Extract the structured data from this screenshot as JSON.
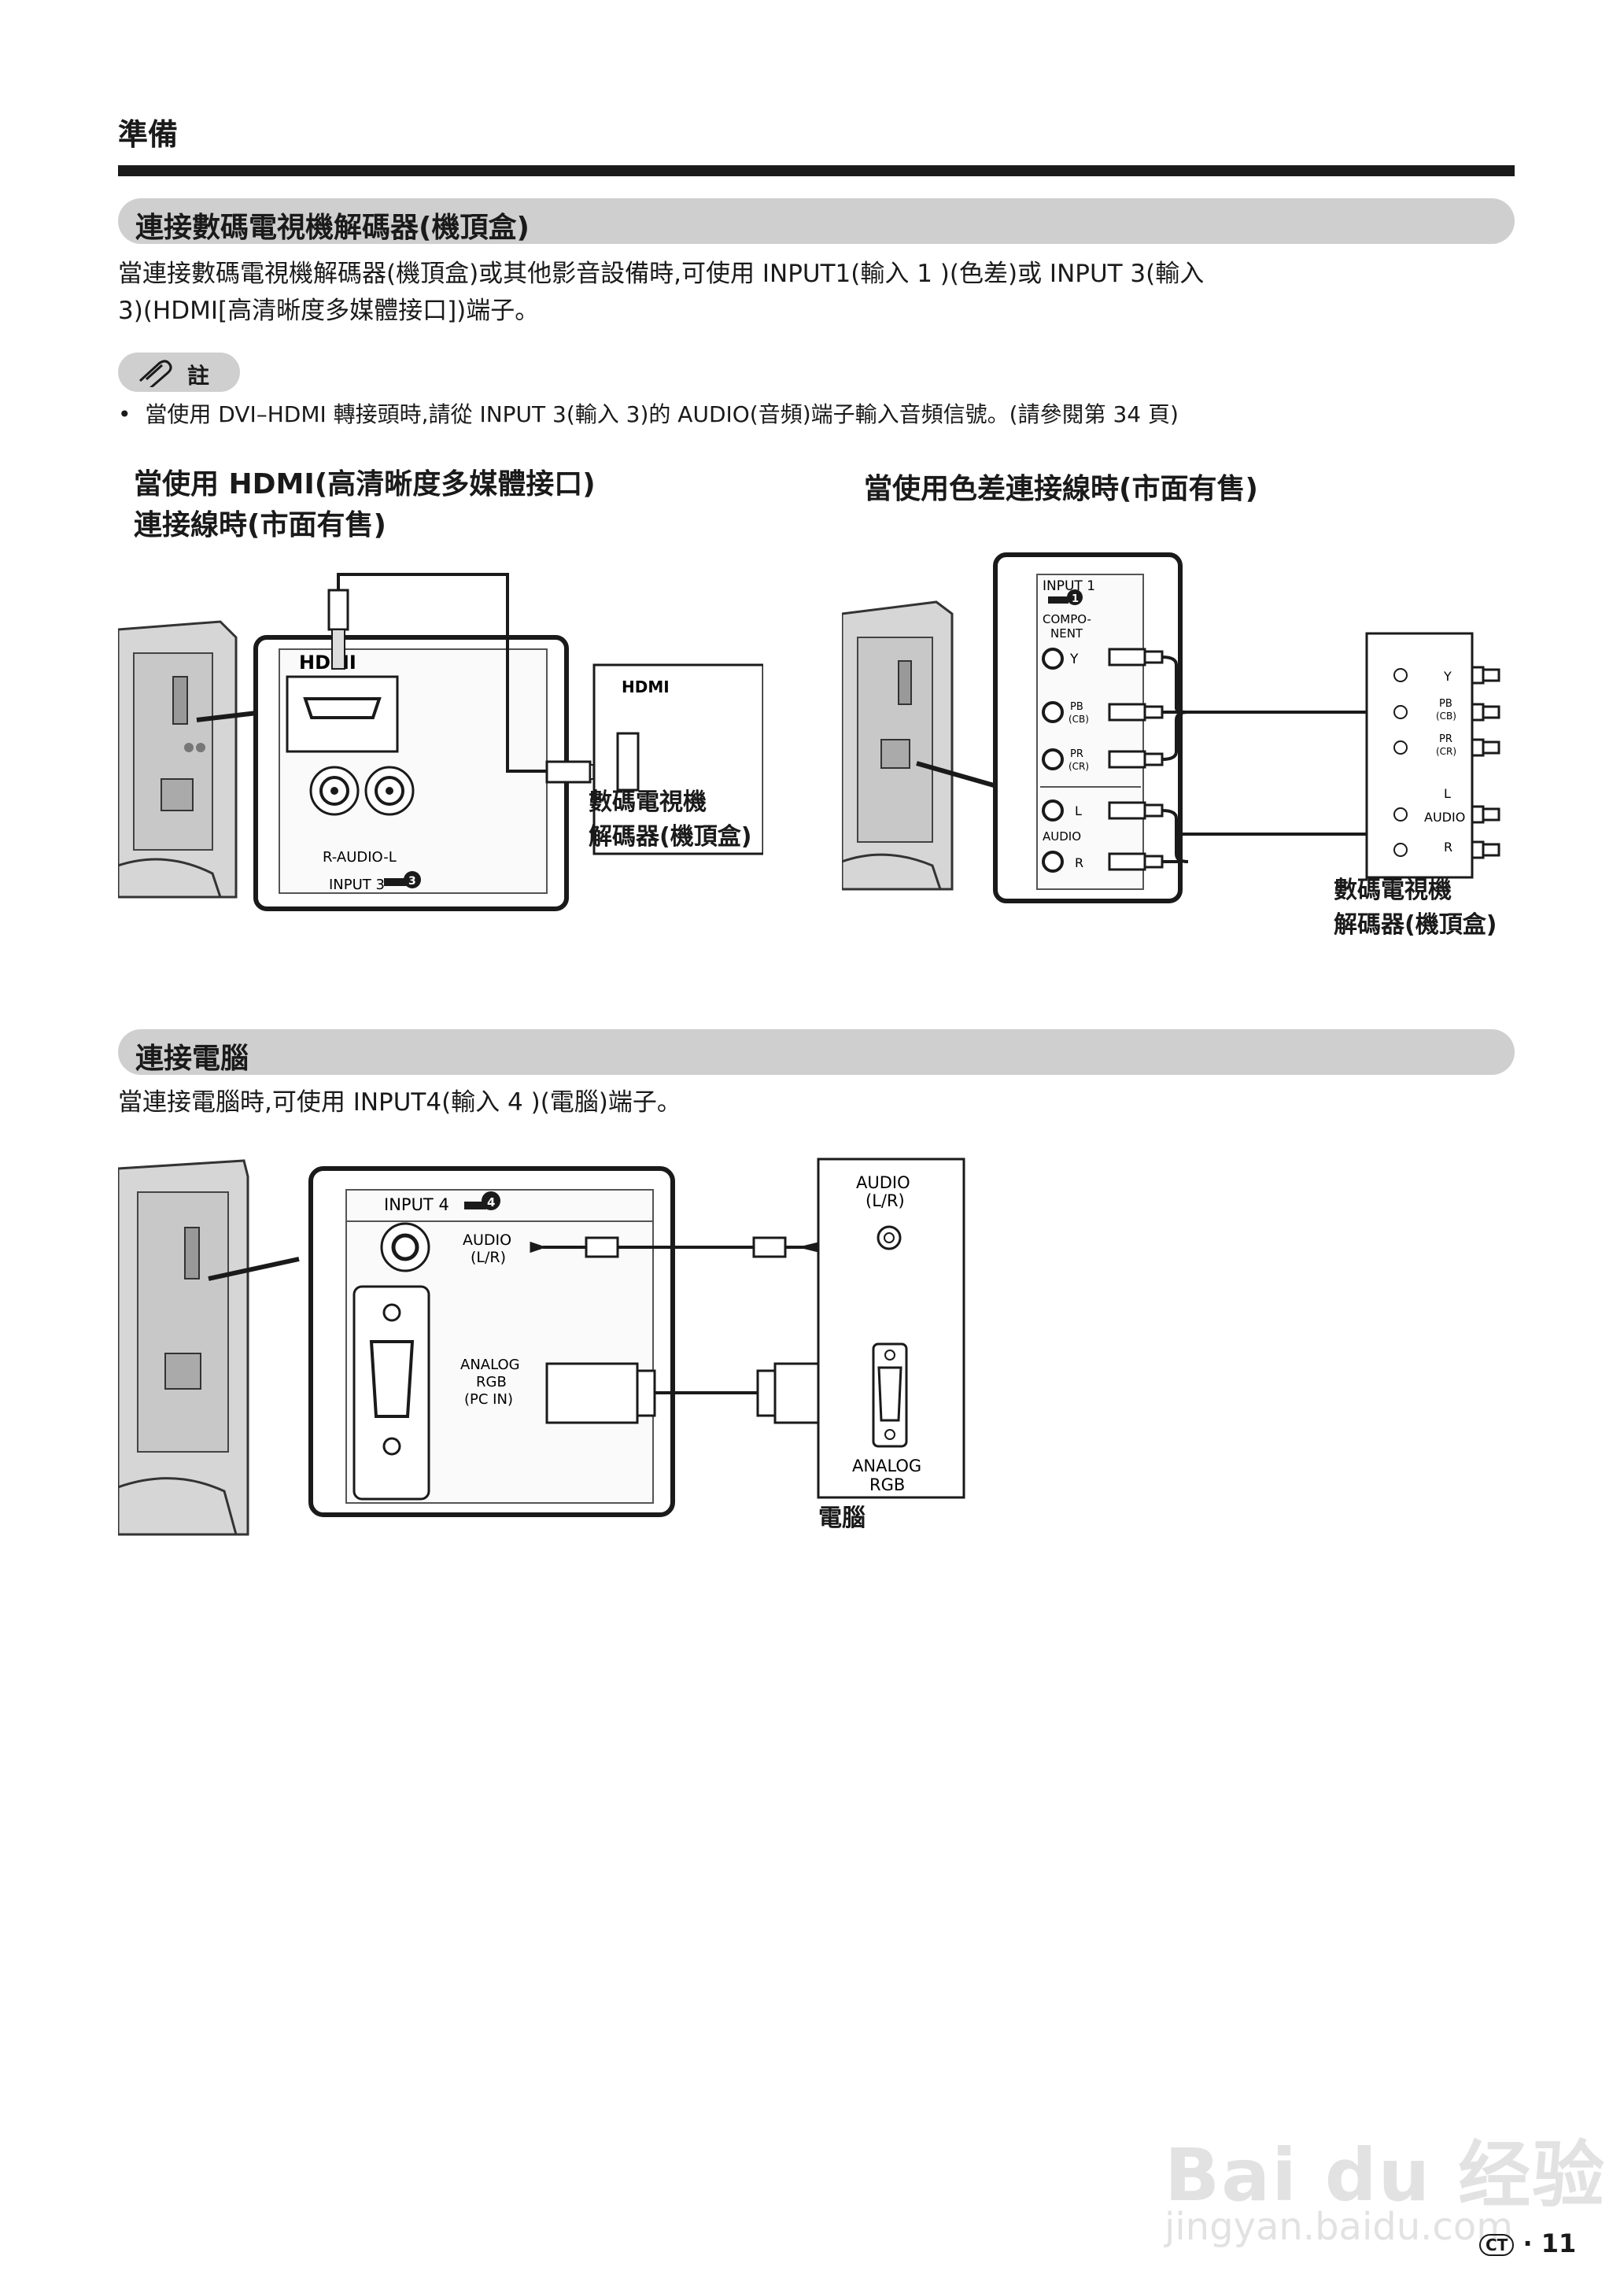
{
  "section_header": "準備",
  "section1": {
    "title": "連接數碼電視機解碼器(機頂盒)",
    "body_line1": "當連接數碼電視機解碼器(機頂盒)或其他影音設備時,可使用 INPUT1(輸入 1 )(色差)或 INPUT 3(輸入",
    "body_line2": "3)(HDMI[高清晰度多媒體接口])端子。",
    "note_label": "註",
    "note_text": "當使用 DVI–HDMI 轉接頭時,請從 INPUT 3(輸入 3)的 AUDIO(音頻)端子輸入音頻信號。(請參閱第 34 頁)",
    "hdmi_heading_line1": "當使用 HDMI(高清晰度多媒體接口)",
    "hdmi_heading_line2": "連接線時(市面有售)",
    "component_heading": "當使用色差連接線時(市面有售)",
    "hdmi_diagram": {
      "panel_logo": "HDMI",
      "audio_label": "R-AUDIO-L",
      "input_label": "INPUT 3",
      "input_num": "3",
      "box_logo": "HDMI",
      "caption_line1": "數碼電視機",
      "caption_line2": "解碼器(機頂盒)"
    },
    "component_diagram": {
      "input_label": "INPUT 1",
      "input_num": "1",
      "component_line1": "COMPO-",
      "component_line2": "NENT",
      "jack_y": "Y",
      "jack_pb": "PB",
      "jack_pb_sub": "(CB)",
      "jack_pr": "PR",
      "jack_pr_sub": "(CR)",
      "jack_l": "L",
      "jack_audio": "AUDIO",
      "jack_r": "R",
      "box_y": "Y",
      "box_pb": "PB",
      "box_pb_sub": "(CB)",
      "box_pr": "PR",
      "box_pr_sub": "(CR)",
      "box_l": "L",
      "box_audio": "AUDIO",
      "box_r": "R",
      "caption_line1": "數碼電視機",
      "caption_line2": "解碼器(機頂盒)"
    }
  },
  "section2": {
    "title": "連接電腦",
    "body": "當連接電腦時,可使用 INPUT4(輸入 4 )(電腦)端子。",
    "pc_diagram": {
      "input_label": "INPUT 4",
      "input_num": "4",
      "audio_line1": "AUDIO",
      "audio_line2": "(L/R)",
      "rgb_line1": "ANALOG",
      "rgb_line2": "RGB",
      "rgb_line3": "(PC IN)",
      "pc_audio_line1": "AUDIO",
      "pc_audio_line2": "(L/R)",
      "pc_rgb_line1": "ANALOG",
      "pc_rgb_line2": "RGB",
      "caption": "電腦"
    }
  },
  "footer": {
    "watermark1": "Bai du 经验",
    "watermark2": "jingyan.baidu.com",
    "lang_badge": "CT",
    "page_number": "11"
  }
}
